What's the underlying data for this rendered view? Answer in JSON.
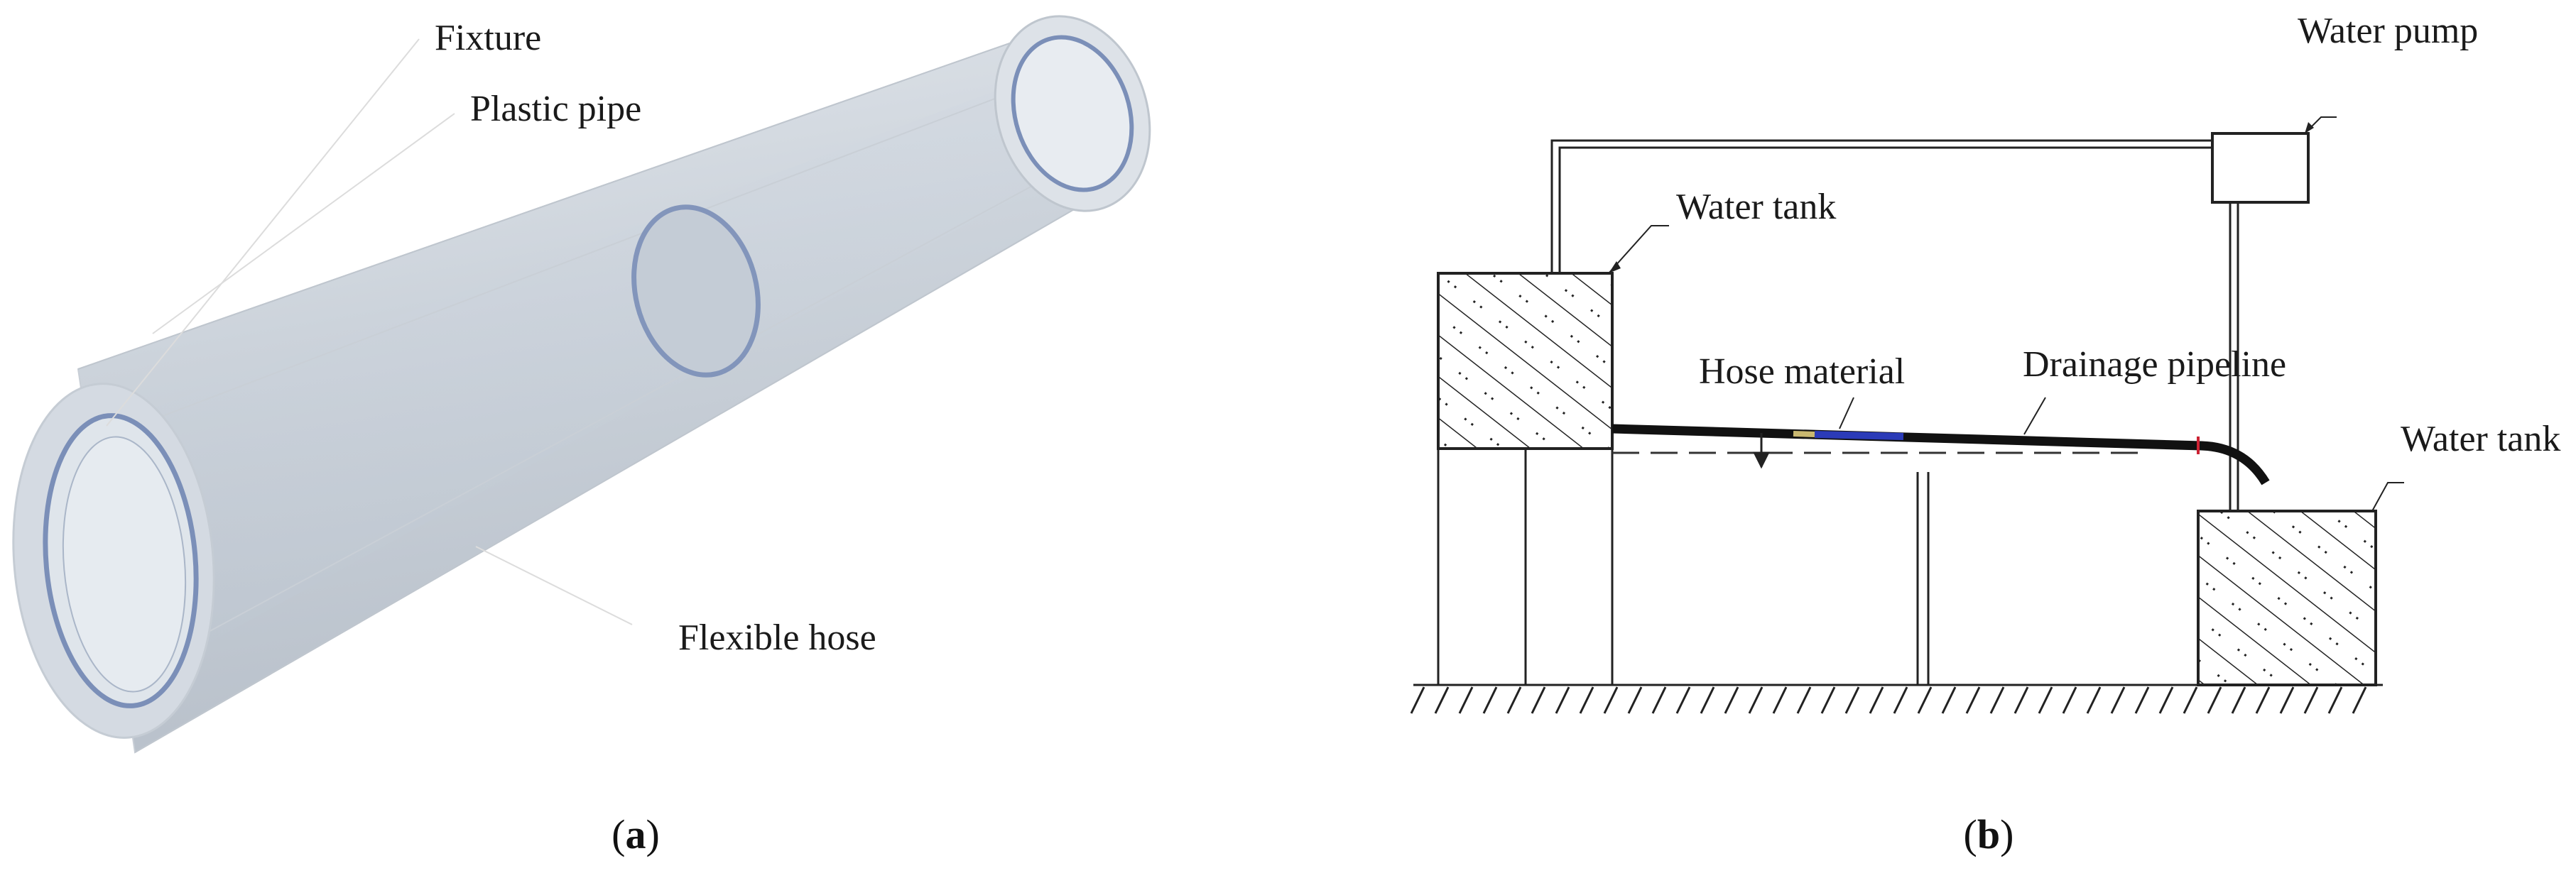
{
  "panel_a": {
    "labels": {
      "fixture": "Fixture",
      "plastic_pipe": "Plastic pipe",
      "flexible_hose": "Flexible hose"
    },
    "caption_letter": "a"
  },
  "panel_b": {
    "labels": {
      "water_pump": "Water pump",
      "water_tank_left": "Water tank",
      "water_tank_right": "Water tank",
      "hose_material": "Hose material",
      "drainage_pipeline": "Drainage pipeline"
    },
    "caption_letter": "b"
  }
}
